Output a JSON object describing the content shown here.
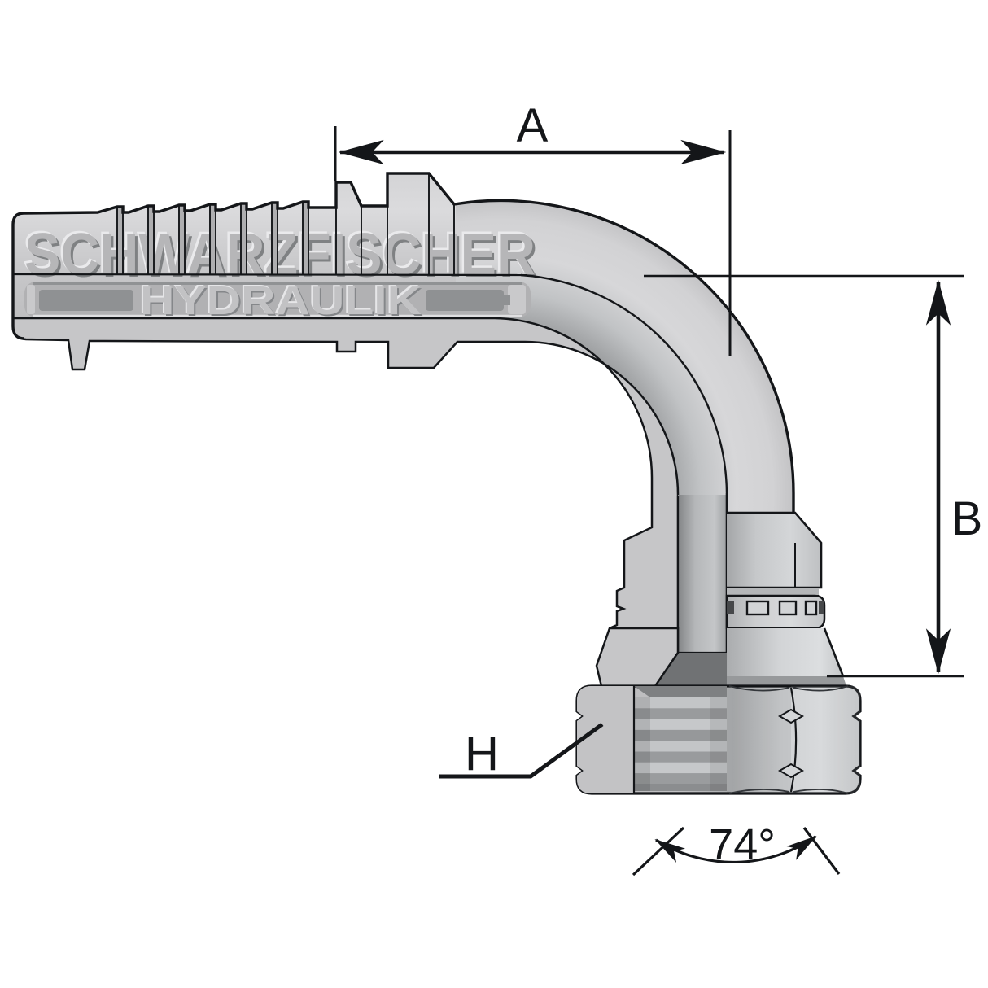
{
  "diagram": {
    "watermark": {
      "brand": "SCHWARZFISCHER",
      "sub": "HYDRAULIK"
    },
    "labels": {
      "dim_a": "A",
      "dim_b": "B",
      "hex": "H",
      "cone_angle": "74°"
    },
    "angle_deg": 74,
    "colors": {
      "background": "#ffffff",
      "metal_light": "#d6d6d8",
      "metal_mid": "#c4c4c6",
      "metal_dark": "#8c8e90",
      "outline": "#141619"
    }
  }
}
